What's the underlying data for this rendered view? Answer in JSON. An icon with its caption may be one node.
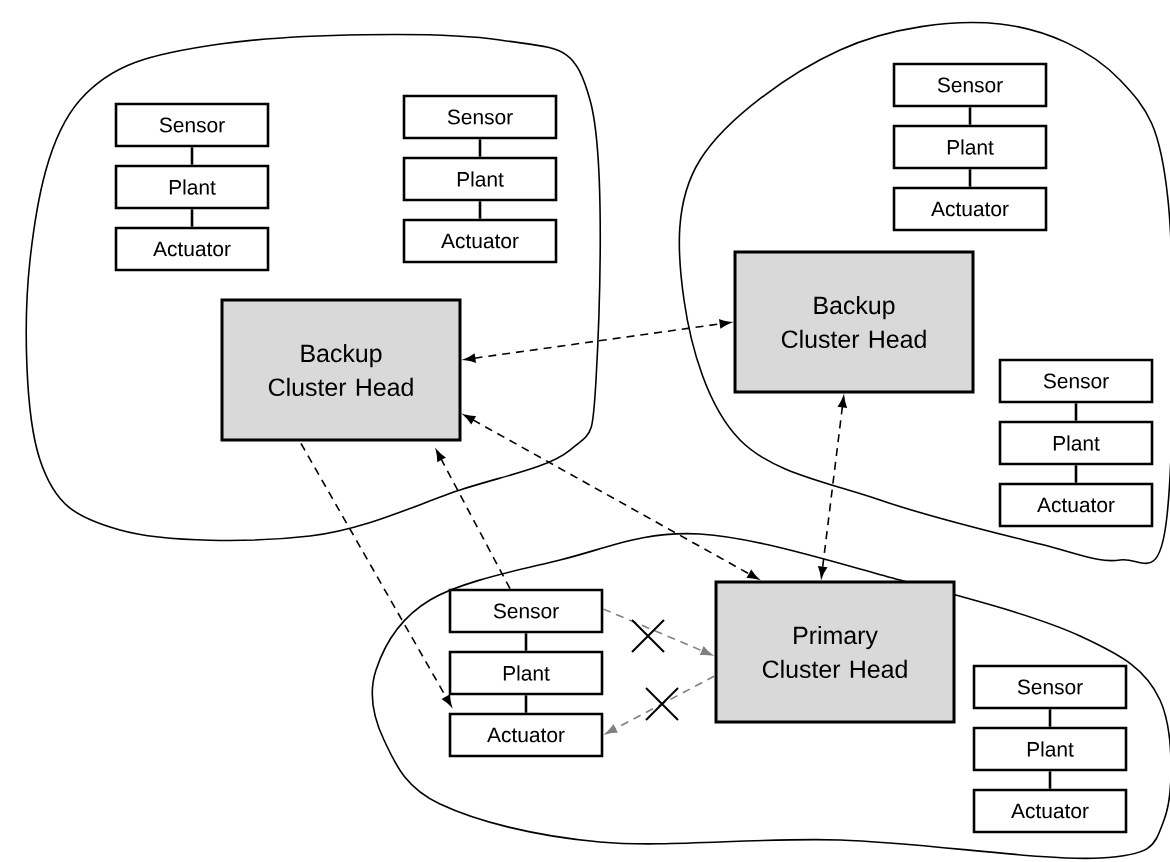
{
  "diagram": {
    "nodes": [
      {
        "text": [],
        "shape": "cloud"
      },
      {
        "text": [
          "Sensor"
        ],
        "in": 0
      },
      {
        "text": [
          "Plant"
        ],
        "in": 0
      },
      {
        "text": [
          "Actuator"
        ],
        "in": 0
      },
      {
        "text": [
          "Sensor"
        ],
        "in": 0
      },
      {
        "text": [
          "Plant"
        ],
        "in": 0
      },
      {
        "text": [
          "Actuator"
        ],
        "in": 0
      },
      {
        "text": [
          "Backup Cluster Head"
        ],
        "in": 0
      },
      {
        "text": [],
        "shape": "cloud"
      },
      {
        "text": [
          "Sensor"
        ],
        "in": 8
      },
      {
        "text": [
          "Plant"
        ],
        "in": 8
      },
      {
        "text": [
          "Actuator"
        ],
        "in": 8
      },
      {
        "text": [
          "Backup Cluster Head"
        ],
        "in": 8
      },
      {
        "text": [
          "Sensor"
        ],
        "in": 8
      },
      {
        "text": [
          "Plant"
        ],
        "in": 8
      },
      {
        "text": [
          "Actuator"
        ],
        "in": 8
      },
      {
        "text": [],
        "shape": "cloud"
      },
      {
        "text": [
          "Sensor"
        ],
        "in": 16
      },
      {
        "text": [
          "Plant"
        ],
        "in": 16
      },
      {
        "text": [
          "Actuator"
        ],
        "in": 16
      },
      {
        "text": [
          "Primary Cluster Head"
        ],
        "in": 16
      },
      {
        "text": [
          "Sensor"
        ],
        "in": 16
      },
      {
        "text": [
          "Plant"
        ],
        "in": 16
      },
      {
        "text": [
          "Actuator"
        ],
        "in": 16
      }
    ],
    "edges": [
      {
        "from": 1,
        "to": 2,
        "arrow": "none"
      },
      {
        "from": 2,
        "to": 3,
        "arrow": "none"
      },
      {
        "from": 4,
        "to": 5,
        "arrow": "none"
      },
      {
        "from": 5,
        "to": 6,
        "arrow": "none"
      },
      {
        "from": 9,
        "to": 10,
        "arrow": "none"
      },
      {
        "from": 10,
        "to": 11,
        "arrow": "none"
      },
      {
        "from": 13,
        "to": 14,
        "arrow": "none"
      },
      {
        "from": 14,
        "to": 15,
        "arrow": "none"
      },
      {
        "from": 17,
        "to": 18,
        "arrow": "none"
      },
      {
        "from": 18,
        "to": 19,
        "arrow": "none"
      },
      {
        "from": 21,
        "to": 22,
        "arrow": "none"
      },
      {
        "from": 22,
        "to": 23,
        "arrow": "none"
      },
      {
        "from": 7,
        "to": 12,
        "arrow": "both",
        "style": "dashed"
      },
      {
        "from": 7,
        "to": 20,
        "arrow": "both",
        "style": "dashed"
      },
      {
        "from": 12,
        "to": 20,
        "arrow": "both",
        "style": "dashed"
      },
      {
        "from": 7,
        "to": 19,
        "arrow": "to",
        "style": "dashed"
      },
      {
        "from": 17,
        "to": 7,
        "arrow": "to",
        "style": "dashed"
      },
      {
        "from": 17,
        "to": 20,
        "arrow": "to",
        "style": "dashed",
        "color": "#808080"
      },
      {
        "from": 20,
        "to": 19,
        "arrow": "to",
        "style": "dashed",
        "color": "#808080"
      }
    ]
  }
}
